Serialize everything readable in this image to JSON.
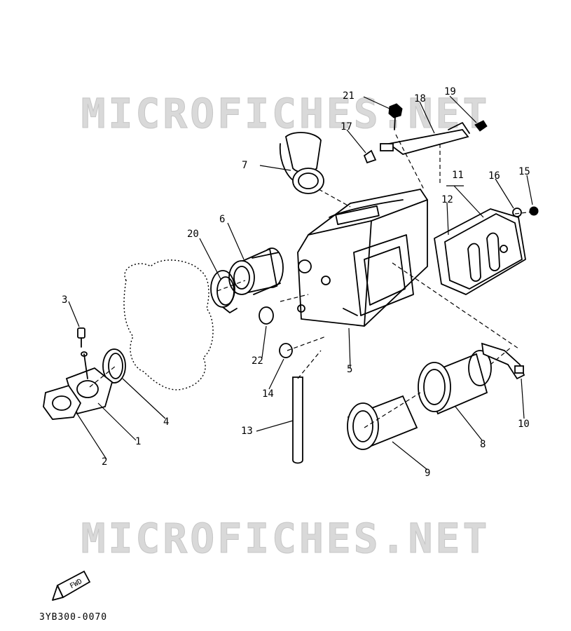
{
  "watermark_text": "MICROFICHES.NET",
  "diagram_code": "3YB300-0070",
  "fwd_label": "FWD",
  "callouts": [
    {
      "id": "1",
      "label": "1"
    },
    {
      "id": "2",
      "label": "2"
    },
    {
      "id": "3",
      "label": "3"
    },
    {
      "id": "4",
      "label": "4"
    },
    {
      "id": "5",
      "label": "5"
    },
    {
      "id": "6",
      "label": "6"
    },
    {
      "id": "7",
      "label": "7"
    },
    {
      "id": "8",
      "label": "8"
    },
    {
      "id": "9",
      "label": "9"
    },
    {
      "id": "10",
      "label": "10"
    },
    {
      "id": "11",
      "label": "11"
    },
    {
      "id": "12",
      "label": "12"
    },
    {
      "id": "13",
      "label": "13"
    },
    {
      "id": "14",
      "label": "14"
    },
    {
      "id": "15",
      "label": "15"
    },
    {
      "id": "16",
      "label": "16"
    },
    {
      "id": "17",
      "label": "17"
    },
    {
      "id": "18",
      "label": "18"
    },
    {
      "id": "19",
      "label": "19"
    },
    {
      "id": "20",
      "label": "20"
    },
    {
      "id": "21",
      "label": "21"
    },
    {
      "id": "22",
      "label": "22"
    }
  ]
}
